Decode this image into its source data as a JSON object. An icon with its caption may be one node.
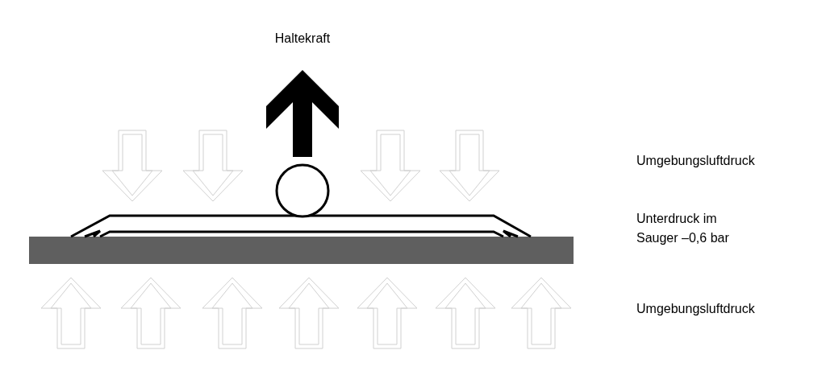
{
  "diagram": {
    "labels": [
      "Haltekraft",
      "Umgebungsluftdruck",
      "Unterdruck im Sauger –0,6 bar",
      "Umgebungsluftdruck"
    ]
  }
}
